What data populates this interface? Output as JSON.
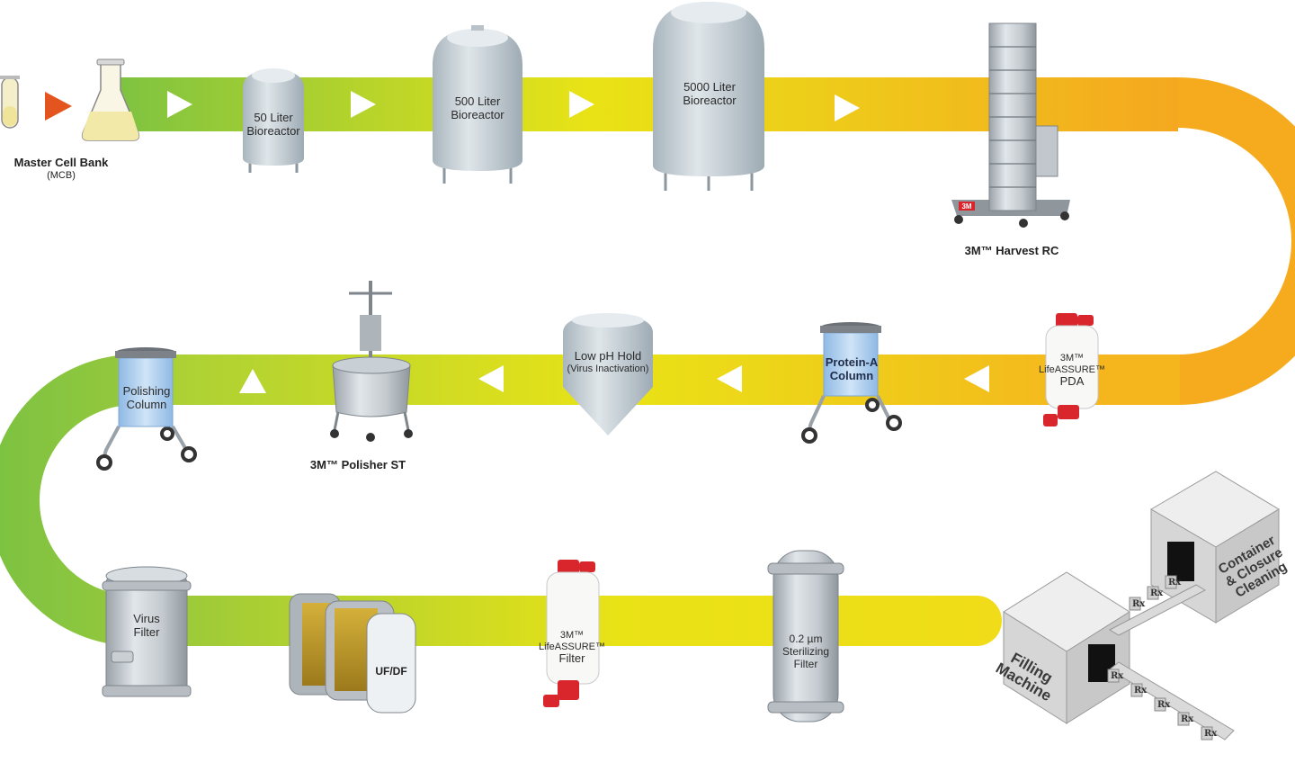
{
  "steps": {
    "mcb": {
      "name": "Master Cell Bank",
      "abbr": "(MCB)"
    },
    "bio50": {
      "line1": "50 Liter",
      "line2": "Bioreactor"
    },
    "bio500": {
      "line1": "500 Liter",
      "line2": "Bioreactor"
    },
    "bio5000": {
      "line1": "5000 Liter",
      "line2": "Bioreactor"
    },
    "harvest": {
      "name": "3M™ Harvest RC",
      "logo": "3M"
    },
    "pda": {
      "line1": "3M™",
      "line2": "LifeASSURE™",
      "line3": "PDA"
    },
    "proteina": {
      "line1": "Protein-A",
      "line2": "Column"
    },
    "lowph": {
      "line1": "Low pH Hold",
      "line2": "(Virus Inactivation)"
    },
    "polisher": {
      "name": "3M™ Polisher ST"
    },
    "polishing": {
      "line1": "Polishing",
      "line2": "Column"
    },
    "virus": {
      "line1": "Virus",
      "line2": "Filter"
    },
    "ufdf": {
      "name": "UF/DF"
    },
    "lifefilter": {
      "line1": "3M™",
      "line2": "LifeASSURE™",
      "line3": "Filter"
    },
    "steril": {
      "line1": "0.2 µm",
      "line2": "Sterilizing",
      "line3": "Filter"
    },
    "filling": {
      "line1": "Filling",
      "line2": "Machine"
    },
    "cleaning": {
      "line1": "Container",
      "line2": "& Closure",
      "line3": "Cleaning"
    },
    "rx": "Rx"
  },
  "colors": {
    "green": "#7cc242",
    "yellow": "#e9e316",
    "orange": "#f5a81f",
    "steel": "#b7bcc1",
    "tank": "#c9d2d8",
    "filter_red": "#d9252c",
    "column_blue": "#a9cdef"
  }
}
